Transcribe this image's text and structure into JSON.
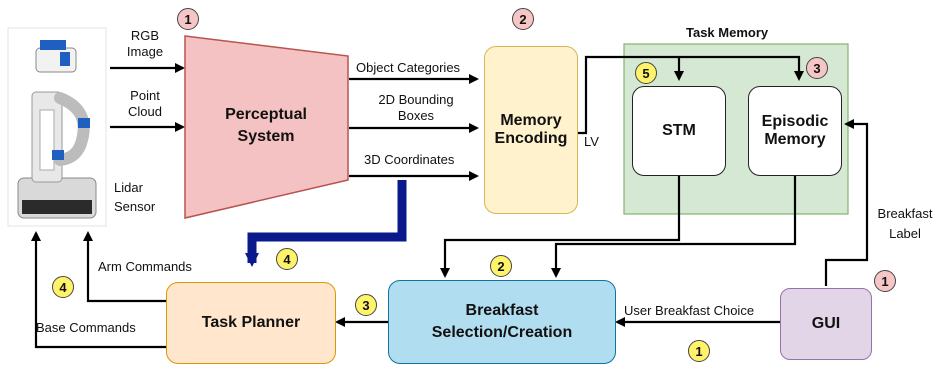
{
  "inputs": {
    "rgb": "RGB\nImage",
    "point_cloud": "Point\nCloud",
    "lidar": "Lidar\nSensor"
  },
  "perception": {
    "label": "Perceptual\nSystem",
    "out_categories": "Object Categories",
    "out_bboxes": "2D Bounding\nBoxes",
    "out_coords": "3D Coordinates"
  },
  "memory_encoding": {
    "label": "Memory\nEncoding",
    "out": "LV"
  },
  "task_memory": {
    "title": "Task Memory",
    "stm": "STM",
    "episodic": "Episodic\nMemory"
  },
  "gui": {
    "label": "GUI",
    "breakfast_label": "Breakfast\nLabel",
    "user_choice": "User Breakfast Choice"
  },
  "selection": {
    "label": "Breakfast\nSelection/Creation"
  },
  "planner": {
    "label": "Task Planner",
    "arm": "Arm Commands",
    "base": "Base Commands"
  },
  "badges": {
    "perception": "1",
    "memory_encoding": "2",
    "episodic": "3",
    "stm": "5",
    "gui": "1",
    "user_choice": "1",
    "selection": "2",
    "planner_in": "3",
    "coords_to_planner": "4",
    "base": "4"
  },
  "colors": {
    "perception_fill": "#f4c2c2",
    "memory_encoding_fill": "#fff2cc",
    "task_memory_fill": "#d5e8d4",
    "gui_fill": "#e1d5e7",
    "selection_fill": "#b1ddf0",
    "planner_fill": "#ffe6cc",
    "thick_arrow": "#0a1a8c",
    "badge_pink": "#f6c6c6",
    "badge_yellow": "#fff36a"
  },
  "robot_icon": "fetch-robot-image"
}
